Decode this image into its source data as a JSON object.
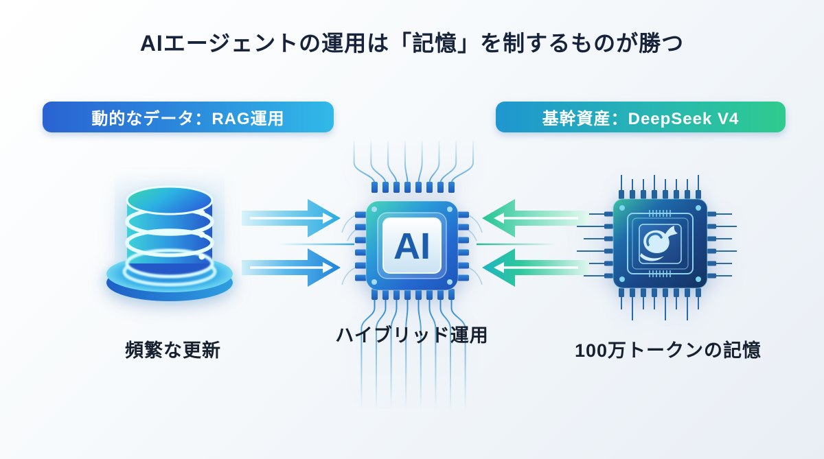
{
  "title": "AIエージェントの運用は「記憶」を制するものが勝つ",
  "badges": {
    "left": {
      "label": "動的なデータ：RAG運用",
      "gradient_start": "#2a63d2",
      "gradient_end": "#31b9e8"
    },
    "right": {
      "label": "基幹資産：DeepSeek V4",
      "gradient_start": "#1f96d0",
      "gradient_end": "#2fcb8e"
    }
  },
  "nodes": {
    "database": {
      "icon": "database-icon",
      "caption": "頻繁な更新"
    },
    "ai_chip": {
      "icon": "ai-chip-icon",
      "chip_label": "AI",
      "caption": "ハイブリッド運用"
    },
    "deepseek_chip": {
      "icon": "deepseek-whale-chip-icon",
      "caption": "100万トークンの記憶"
    }
  },
  "flows": {
    "database_to_ai": {
      "direction": "right",
      "arrow_count": 2,
      "color_head": "#1f83da",
      "color_tail": "#d7f2fa"
    },
    "deepseek_to_ai": {
      "direction": "left",
      "arrow_count": 2,
      "color_head": "#24c493",
      "color_tail": "#e4f8f0"
    }
  },
  "colors": {
    "background": "#f2f6fa",
    "title_text": "#17233a",
    "caption_text": "#17202e",
    "badge_text": "#ffffff",
    "ai_chip_letter": "#1b5cad",
    "deepseek_body": "#16376b",
    "whale": "#d3eefb"
  }
}
